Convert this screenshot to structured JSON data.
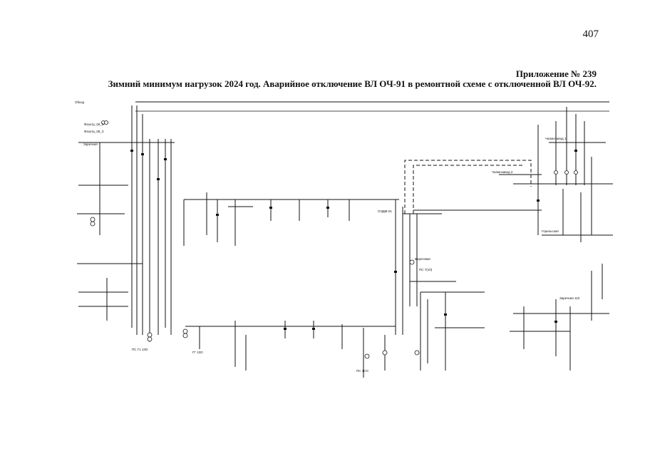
{
  "page": {
    "number": "407",
    "appendix": "Приложение № 239",
    "title": "Зимний минимум нагрузок 2024 год. Аварийное отключение ВЛ ОЧ-91 в ремонтной схеме с отключенной ВЛ ОЧ-92."
  },
  "scheme": {
    "labels": {
      "top_left": "Фазотр_06_3",
      "top_left_2": "Фазотр_08_3",
      "bus_top": "Обход",
      "node_left_1": "Заречная",
      "node_mid_1": "ПС Г1 13О",
      "node_mid_2": "ГГ 13О",
      "node_bottom_1": "ПС 1СО",
      "node_right_1": "Чалмозавод 1",
      "node_right_2": "Заречная 110",
      "node_right_3": "Горельская",
      "node_right_4": "Чалмозавод 2",
      "node_center": "ОЭДМ-01",
      "node_center_2": "Береговая",
      "node_center_3": "ПС 7(10)"
    }
  }
}
